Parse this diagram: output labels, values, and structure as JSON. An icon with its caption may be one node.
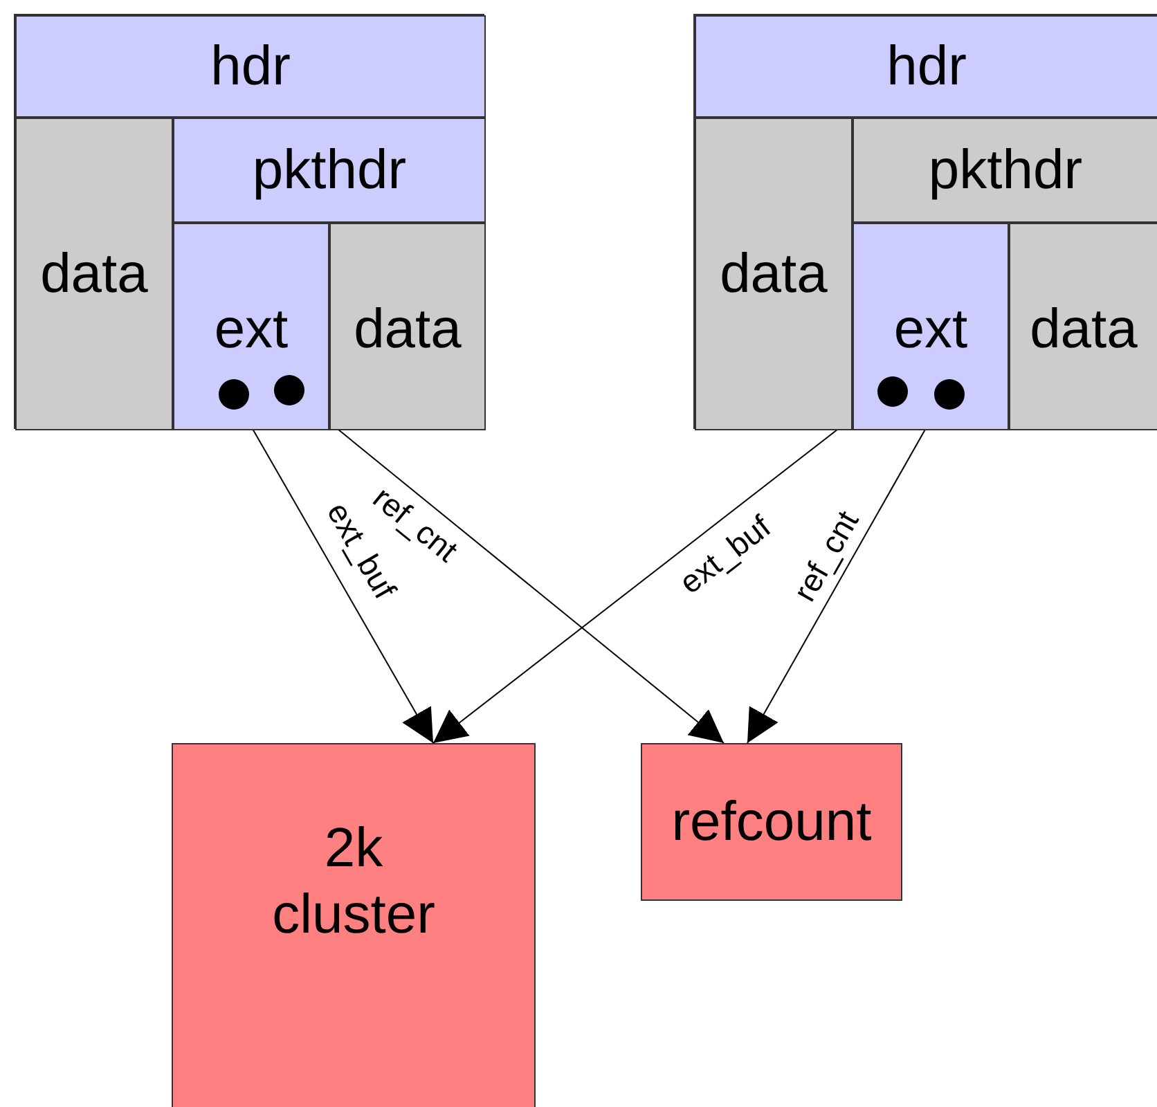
{
  "diagram": {
    "nodes": [
      {
        "text": [],
        "shape": "box"
      },
      {
        "text": [
          "hdr"
        ],
        "in": 0
      },
      {
        "text": [
          "data"
        ],
        "in": 0
      },
      {
        "text": [
          "pkthdr"
        ],
        "in": 0
      },
      {
        "text": [
          "ext"
        ],
        "in": 0
      },
      {
        "text": [],
        "shape": "circle",
        "in": 4
      },
      {
        "text": [],
        "shape": "circle",
        "in": 4
      },
      {
        "text": [
          "data"
        ],
        "in": 0
      },
      {
        "text": [],
        "shape": "box"
      },
      {
        "text": [
          "hdr"
        ],
        "in": 8
      },
      {
        "text": [
          "data"
        ],
        "in": 8
      },
      {
        "text": [
          "pkthdr"
        ],
        "in": 8
      },
      {
        "text": [
          "ext"
        ],
        "in": 8
      },
      {
        "text": [],
        "shape": "circle",
        "in": 12
      },
      {
        "text": [],
        "shape": "circle",
        "in": 12
      },
      {
        "text": [
          "data"
        ],
        "in": 8
      },
      {
        "text": [
          "2k cluster"
        ]
      },
      {
        "text": [
          "refcount"
        ]
      }
    ],
    "edges": [
      {
        "from": 5,
        "to": 16,
        "arrow": "to",
        "label": "ext_buf"
      },
      {
        "from": 6,
        "to": 17,
        "arrow": "to",
        "label": "ref_cnt"
      },
      {
        "from": 13,
        "to": 16,
        "arrow": "to",
        "label": "ext_buf"
      },
      {
        "from": 14,
        "to": 17,
        "arrow": "to",
        "label": "ref_cnt"
      }
    ]
  }
}
